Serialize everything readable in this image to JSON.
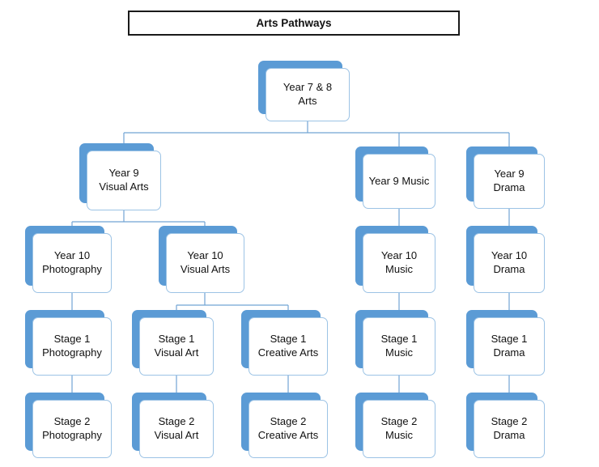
{
  "title": "Arts Pathways",
  "colors": {
    "shape_fill": "#5B9BD5",
    "card_border": "#9CC3E5",
    "card_fill": "#FFFFFF",
    "connector": "#72A4D4",
    "title_border": "#1A1A1A",
    "text": "#111111"
  },
  "nodes": {
    "root": {
      "label": "Year 7 & 8\nArts"
    },
    "y9_visual_arts": {
      "label": "Year 9\nVisual Arts"
    },
    "y9_music": {
      "label": "Year 9 Music"
    },
    "y9_drama": {
      "label": "Year 9 Drama"
    },
    "y10_photography": {
      "label": "Year 10\nPhotography"
    },
    "y10_visual_arts": {
      "label": "Year 10\nVisual Arts"
    },
    "y10_music": {
      "label": "Year 10\nMusic"
    },
    "y10_drama": {
      "label": "Year 10\nDrama"
    },
    "s1_photography": {
      "label": "Stage 1\nPhotography"
    },
    "s1_visual_art": {
      "label": "Stage 1\nVisual Art"
    },
    "s1_creative_arts": {
      "label": "Stage 1\nCreative Arts"
    },
    "s1_music": {
      "label": "Stage 1\nMusic"
    },
    "s1_drama": {
      "label": "Stage 1\nDrama"
    },
    "s2_photography": {
      "label": "Stage 2\nPhotography"
    },
    "s2_visual_art": {
      "label": "Stage 2\nVisual Art"
    },
    "s2_creative_arts": {
      "label": "Stage 2\nCreative Arts"
    },
    "s2_music": {
      "label": "Stage 2\nMusic"
    },
    "s2_drama": {
      "label": "Stage 2\nDrama"
    }
  },
  "edges": [
    [
      "Year 7 & 8 Arts",
      "Year 9 Visual Arts"
    ],
    [
      "Year 7 & 8 Arts",
      "Year 9 Music"
    ],
    [
      "Year 7 & 8 Arts",
      "Year 9 Drama"
    ],
    [
      "Year 9 Visual Arts",
      "Year 10 Photography"
    ],
    [
      "Year 9 Visual Arts",
      "Year 10 Visual Arts"
    ],
    [
      "Year 10 Photography",
      "Stage 1 Photography"
    ],
    [
      "Stage 1 Photography",
      "Stage 2 Photography"
    ],
    [
      "Year 10 Visual Arts",
      "Stage 1 Visual Art"
    ],
    [
      "Year 10 Visual Arts",
      "Stage 1 Creative Arts"
    ],
    [
      "Stage 1 Visual Art",
      "Stage 2 Visual Art"
    ],
    [
      "Stage 1 Creative Arts",
      "Stage 2 Creative Arts"
    ],
    [
      "Year 9 Music",
      "Year 10 Music"
    ],
    [
      "Year 10 Music",
      "Stage 1 Music"
    ],
    [
      "Stage 1 Music",
      "Stage 2 Music"
    ],
    [
      "Year 9 Drama",
      "Year 10 Drama"
    ],
    [
      "Year 10 Drama",
      "Stage 1 Drama"
    ],
    [
      "Stage 1 Drama",
      "Stage 2 Drama"
    ]
  ]
}
